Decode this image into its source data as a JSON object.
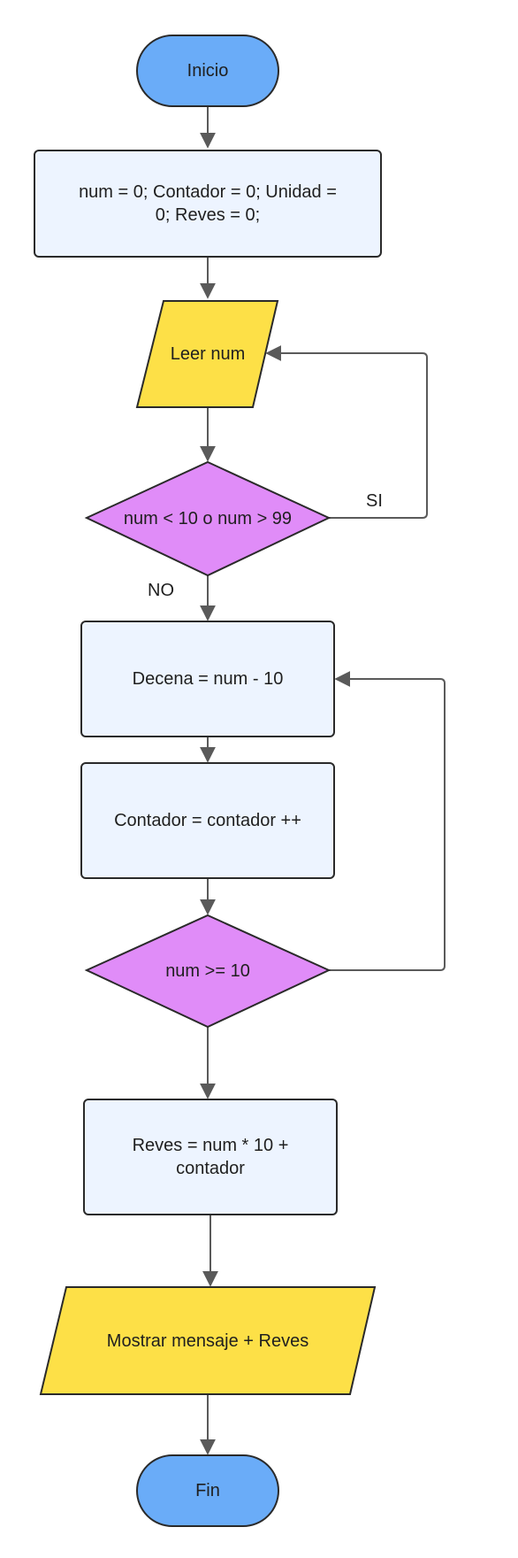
{
  "nodes": {
    "inicio": "Inicio",
    "init": "num = 0;  Contador = 0; Unidad = 0; Reves = 0;",
    "leer": "Leer num",
    "cond1": "num < 10 o num > 99",
    "decena": "Decena = num - 10",
    "contador": "Contador = contador ++",
    "cond2": "num >= 10",
    "reves": "Reves = num * 10 + contador",
    "mostrar": "Mostrar mensaje + Reves",
    "fin": "Fin"
  },
  "edges": {
    "si": "SI",
    "no": "NO"
  },
  "colors": {
    "terminal": "#6aacf8",
    "process": "#edf4ff",
    "io": "#fde047",
    "decision": "#e08cf8",
    "stroke": "#2a2a2a",
    "arrow": "#5a5a5a"
  }
}
